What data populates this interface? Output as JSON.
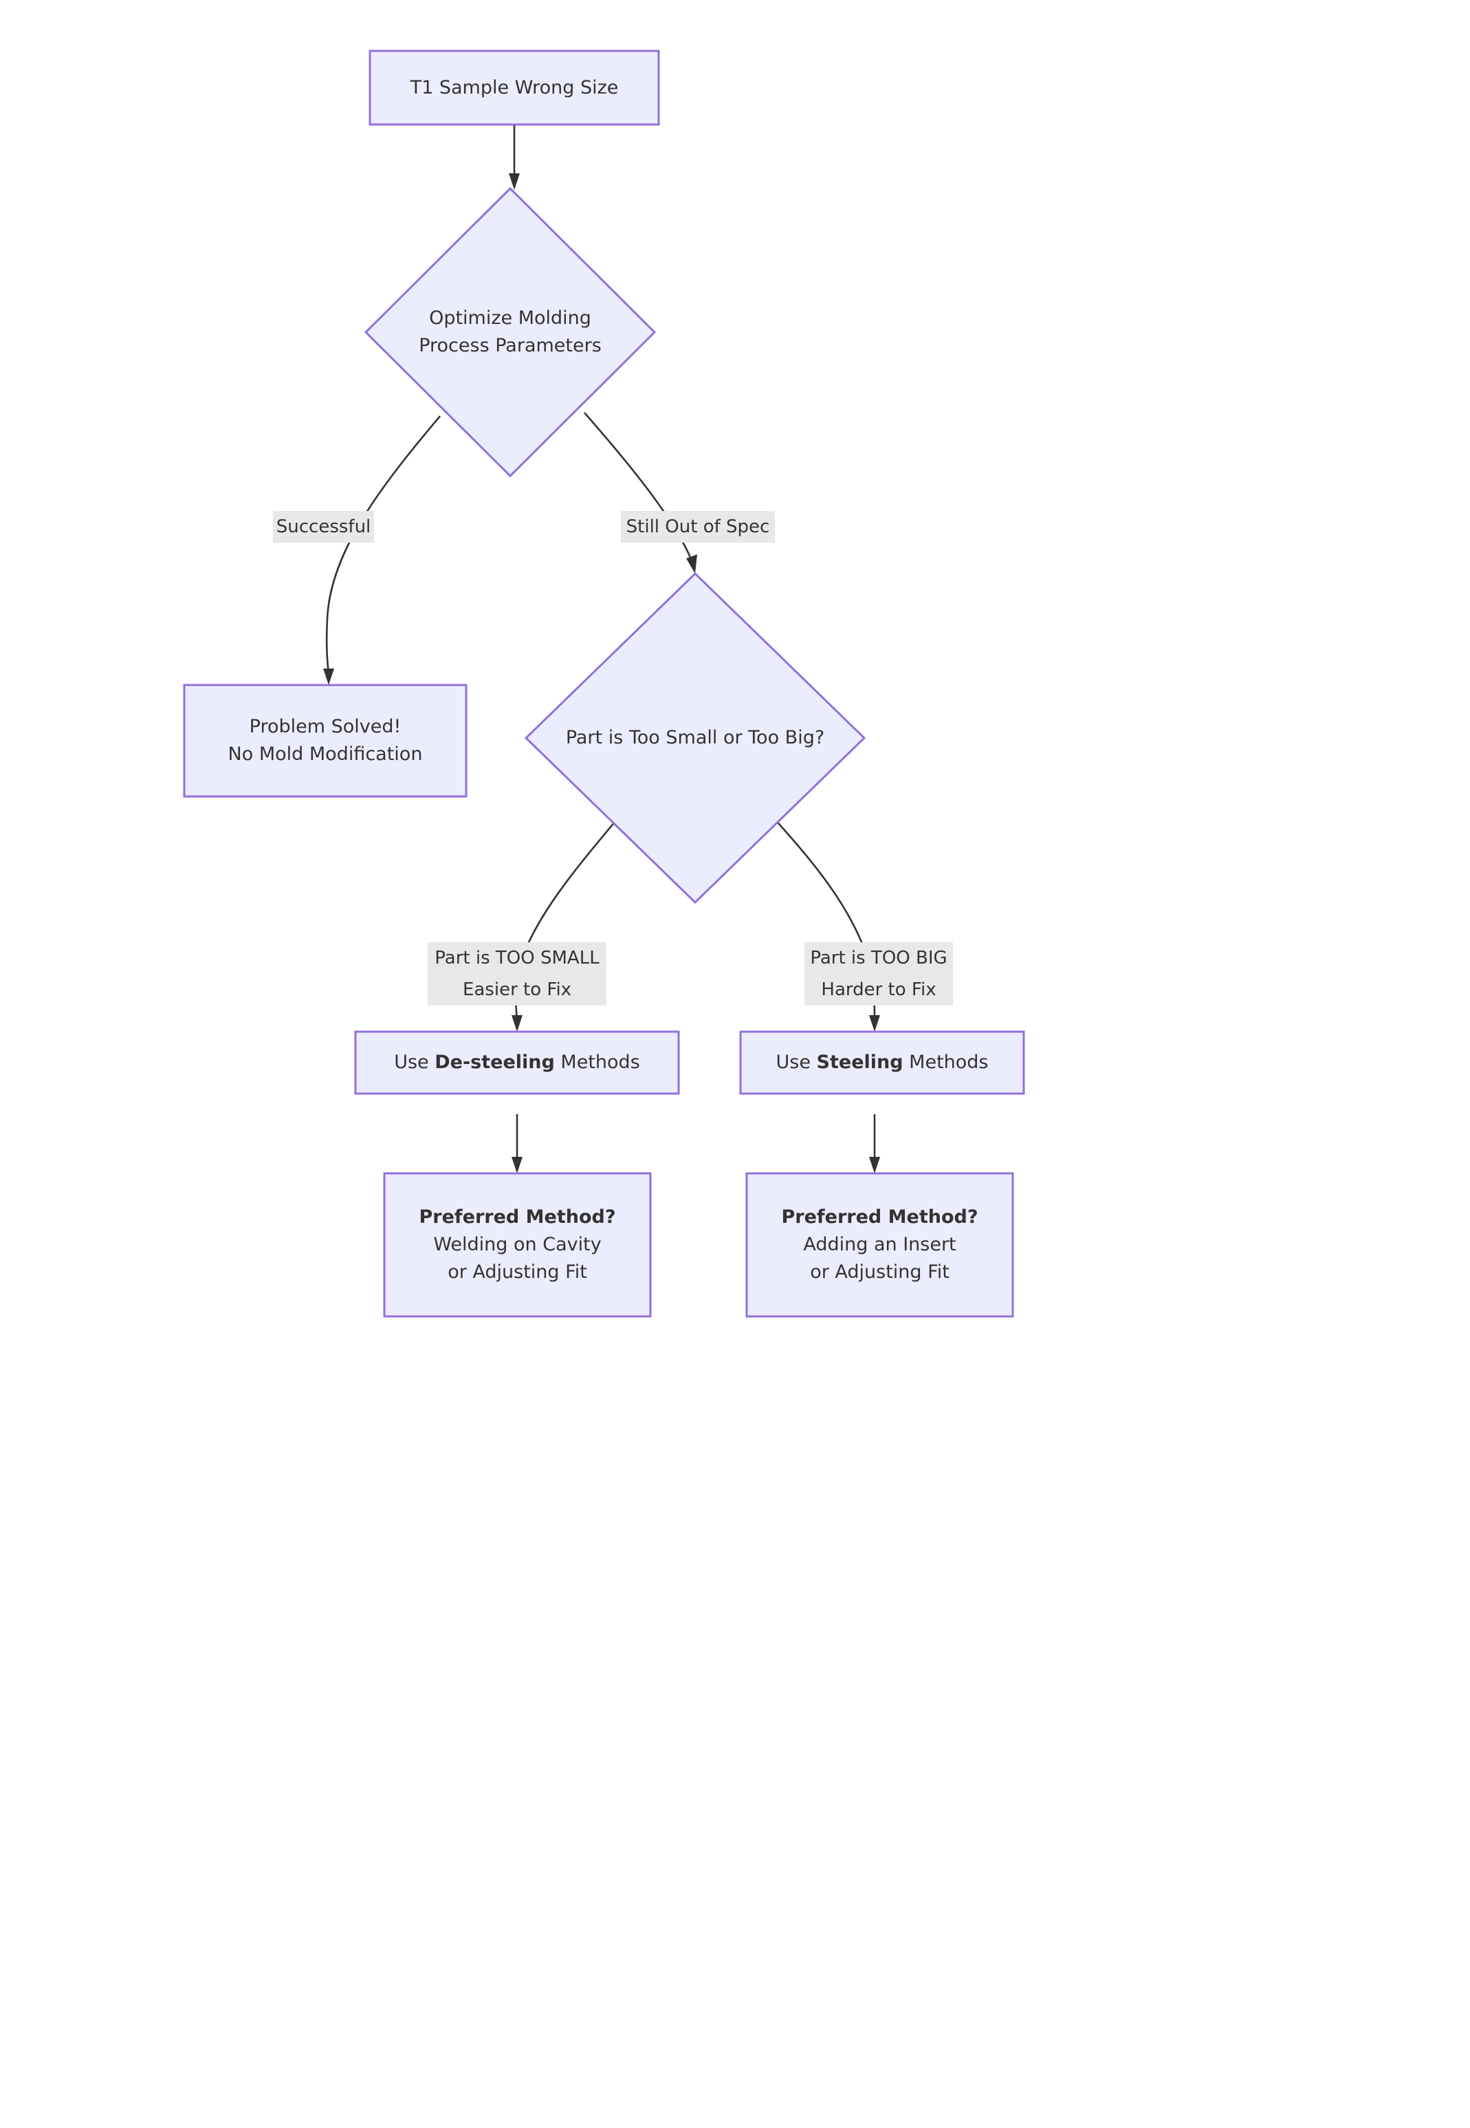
{
  "diagram": {
    "type": "flowchart",
    "title": "T1 Sample Wrong Size Troubleshooting Flowchart",
    "direction": "top-down",
    "colors": {
      "node_fill": "#ececff",
      "node_stroke": "#9370db",
      "edge_stroke": "#333333",
      "text": "#333333",
      "edge_label_bg": "#e8e8e8",
      "background": "#ffffff"
    },
    "nodes": [
      {
        "id": "n1",
        "shape": "rectangle",
        "lines": [
          {
            "text": "T1 Sample Wrong Size",
            "bold": false
          }
        ]
      },
      {
        "id": "n2",
        "shape": "diamond",
        "lines": [
          {
            "text": "Optimize Molding",
            "bold": false
          },
          {
            "text": "Process Parameters",
            "bold": false
          }
        ]
      },
      {
        "id": "n3",
        "shape": "rectangle",
        "lines": [
          {
            "text": "Problem Solved!",
            "bold": false
          },
          {
            "text": "No Mold Modification",
            "bold": false
          }
        ]
      },
      {
        "id": "n4",
        "shape": "diamond",
        "lines": [
          {
            "text": "Part is Too Small or Too Big?",
            "bold": false
          }
        ]
      },
      {
        "id": "n5",
        "shape": "rectangle",
        "lines": [
          {
            "text": "Use ",
            "bold": false
          },
          {
            "text": "De-steeling",
            "bold": true
          },
          {
            "text": " Methods",
            "bold": false
          }
        ],
        "inline": true
      },
      {
        "id": "n6",
        "shape": "rectangle",
        "lines": [
          {
            "text": "Use ",
            "bold": false
          },
          {
            "text": "Steeling",
            "bold": true
          },
          {
            "text": " Methods",
            "bold": false
          }
        ],
        "inline": true
      },
      {
        "id": "n7",
        "shape": "rectangle",
        "lines": [
          {
            "text": "Preferred Method?",
            "bold": true
          },
          {
            "text": "Welding on Cavity",
            "bold": false
          },
          {
            "text": "or Adjusting Fit",
            "bold": false
          }
        ]
      },
      {
        "id": "n8",
        "shape": "rectangle",
        "lines": [
          {
            "text": "Preferred Method?",
            "bold": true
          },
          {
            "text": "Adding an Insert",
            "bold": false
          },
          {
            "text": "or Adjusting Fit",
            "bold": false
          }
        ]
      }
    ],
    "edges": [
      {
        "from": "n1",
        "to": "n2",
        "label": []
      },
      {
        "from": "n2",
        "to": "n3",
        "label": [
          "Successful"
        ]
      },
      {
        "from": "n2",
        "to": "n4",
        "label": [
          "Still Out of Spec"
        ]
      },
      {
        "from": "n4",
        "to": "n5",
        "label": [
          "Part is TOO SMALL",
          "Easier to Fix"
        ]
      },
      {
        "from": "n4",
        "to": "n6",
        "label": [
          "Part is TOO BIG",
          "Harder to Fix"
        ]
      },
      {
        "from": "n5",
        "to": "n7",
        "label": []
      },
      {
        "from": "n6",
        "to": "n8",
        "label": []
      }
    ]
  },
  "labels": {
    "n1_l1": "T1 Sample Wrong Size",
    "n2_l1": "Optimize Molding",
    "n2_l2": "Process Parameters",
    "n3_l1": "Problem Solved!",
    "n3_l2": "No Mold Modification",
    "n4_l1": "Part is Too Small or Too Big?",
    "n5_pre": "Use ",
    "n5_bold": "De-steeling",
    "n5_post": " Methods",
    "n6_pre": "Use ",
    "n6_bold": "Steeling",
    "n6_post": " Methods",
    "n7_l1": "Preferred Method?",
    "n7_l2": "Welding on Cavity",
    "n7_l3": "or Adjusting Fit",
    "n8_l1": "Preferred Method?",
    "n8_l2": "Adding an Insert",
    "n8_l3": "or Adjusting Fit",
    "e1_l1": "Successful",
    "e2_l1": "Still Out of Spec",
    "e3_l1": "Part is TOO SMALL",
    "e3_l2": "Easier to Fix",
    "e4_l1": "Part is TOO BIG",
    "e4_l2": "Harder to Fix"
  }
}
